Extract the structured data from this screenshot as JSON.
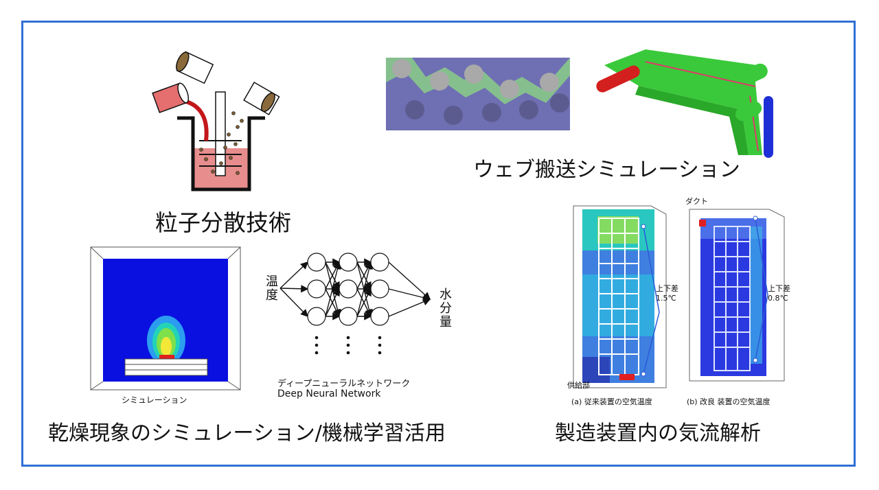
{
  "captions": {
    "particle": "粒子分散技術",
    "web": "ウェブ搬送シミュレーション",
    "drying": "乾燥現象のシミュレーション/機械学習活用",
    "airflow": "製造装置内の気流解析"
  },
  "drying": {
    "sim_label": "シミュレーション",
    "nn_label_jp": "ディープニューラルネットワーク",
    "nn_label_en": "Deep Neural Network",
    "input_label": "温度",
    "output_label": "水分量"
  },
  "airflow": {
    "duct_label": "ダクト",
    "supply_label": "供給部",
    "diff_a_label": "上下差",
    "diff_a_value": "1.5℃",
    "diff_b_label": "上下差",
    "diff_b_value": "0.8℃",
    "panel_a": "(a) 従来装置の空気温度",
    "panel_b": "(b) 改良 装置の空気温度"
  },
  "colors": {
    "border": "#2f6fd6",
    "sim_blue": "#0a10e0",
    "flow_green": "#34c62a"
  }
}
